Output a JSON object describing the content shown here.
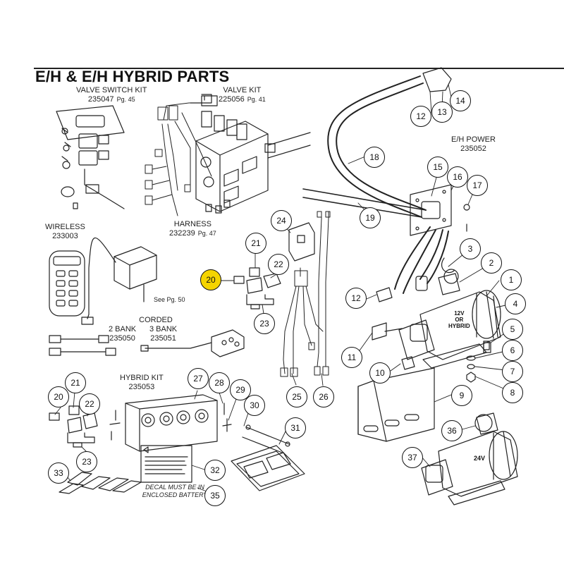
{
  "page_title": "E/H & E/H HYBRID PARTS",
  "kits": {
    "valve_switch": {
      "name": "VALVE SWITCH KIT",
      "number": "235047",
      "page": "Pg. 45"
    },
    "valve": {
      "name": "VALVE KIT",
      "number": "225056",
      "page": "Pg. 41"
    },
    "harness": {
      "name": "HARNESS",
      "number": "232239",
      "page": "Pg. 47"
    },
    "wireless": {
      "name": "WIRELESS",
      "number": "233003"
    },
    "eh_power": {
      "name": "E/H POWER",
      "number": "235052"
    },
    "corded": {
      "name": "CORDED",
      "bank2_name": "2 BANK",
      "bank2_number": "235050",
      "bank3_name": "3 BANK",
      "bank3_number": "235051"
    },
    "hybrid": {
      "name": "HYBRID KIT",
      "number": "235053"
    }
  },
  "see_page_note": "See Pg. 50",
  "motor_label": {
    "line1": "12V",
    "line2": "OR",
    "line3": "HYBRID"
  },
  "motor2_label": "24V",
  "decal_note": "DECAL MUST BE IN ENCLOSED BATTERY",
  "highlight_color": "#f5d400",
  "callouts": [
    "1",
    "2",
    "3",
    "4",
    "5",
    "6",
    "7",
    "8",
    "9",
    "10",
    "11",
    "12",
    "12",
    "13",
    "14",
    "15",
    "16",
    "17",
    "18",
    "19",
    "20",
    "20",
    "21",
    "21",
    "22",
    "22",
    "23",
    "23",
    "24",
    "25",
    "26",
    "27",
    "28",
    "29",
    "30",
    "31",
    "32",
    "33",
    "35",
    "36",
    "37"
  ],
  "highlighted_callout": "20"
}
